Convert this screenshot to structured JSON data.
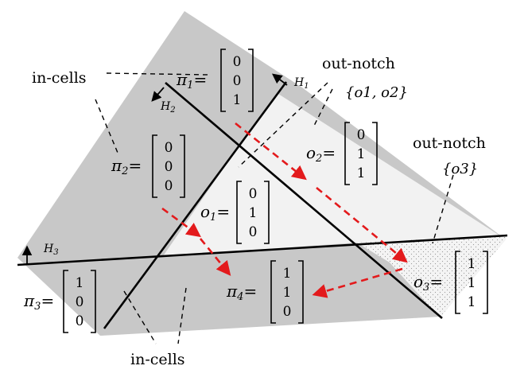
{
  "labels": {
    "in_cells": "in-cells",
    "out_notch": "out-notch",
    "set_o1o2": "{o1, o2}",
    "set_o3": "{o3}",
    "H1": "H",
    "H1_sub": "1",
    "H2": "H",
    "H2_sub": "2",
    "H3": "H",
    "H3_sub": "3"
  },
  "cells": [
    {
      "name": "π",
      "sub": "1",
      "vec": [
        "0",
        "0",
        "1"
      ]
    },
    {
      "name": "π",
      "sub": "2",
      "vec": [
        "0",
        "0",
        "0"
      ]
    },
    {
      "name": "o",
      "sub": "1",
      "vec": [
        "0",
        "1",
        "0"
      ]
    },
    {
      "name": "o",
      "sub": "2",
      "vec": [
        "0",
        "1",
        "1"
      ]
    },
    {
      "name": "π",
      "sub": "3",
      "vec": [
        "1",
        "0",
        "0"
      ]
    },
    {
      "name": "π",
      "sub": "4",
      "vec": [
        "1",
        "1",
        "0"
      ]
    },
    {
      "name": "o",
      "sub": "3",
      "vec": [
        "1",
        "1",
        "1"
      ]
    }
  ],
  "colors": {
    "in_region": "#c8c8c8",
    "out_region": "#efefef",
    "flow_arrow": "#e31a1c",
    "line": "#000000"
  }
}
